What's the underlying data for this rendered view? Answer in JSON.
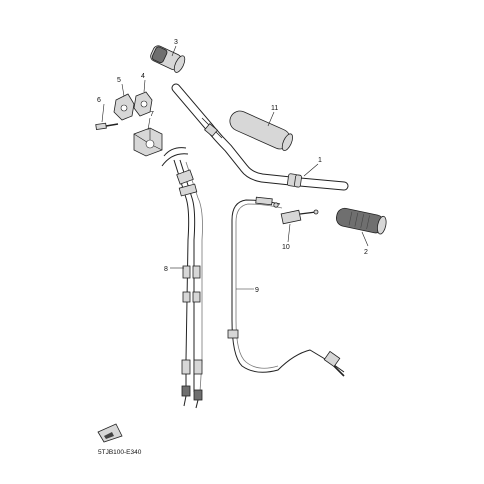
{
  "diagram": {
    "callouts": {
      "c1": "1",
      "c2": "2",
      "c3": "3",
      "c4": "4",
      "c5": "5",
      "c6": "6",
      "c7": "7",
      "c8": "8",
      "c9": "9",
      "c10": "10",
      "c11": "11"
    },
    "diagram_code": "5TJB100-E340",
    "colors": {
      "outline": "#222222",
      "part_fill": "#d7d7d7",
      "grip_fill": "#6f6f6f"
    }
  }
}
